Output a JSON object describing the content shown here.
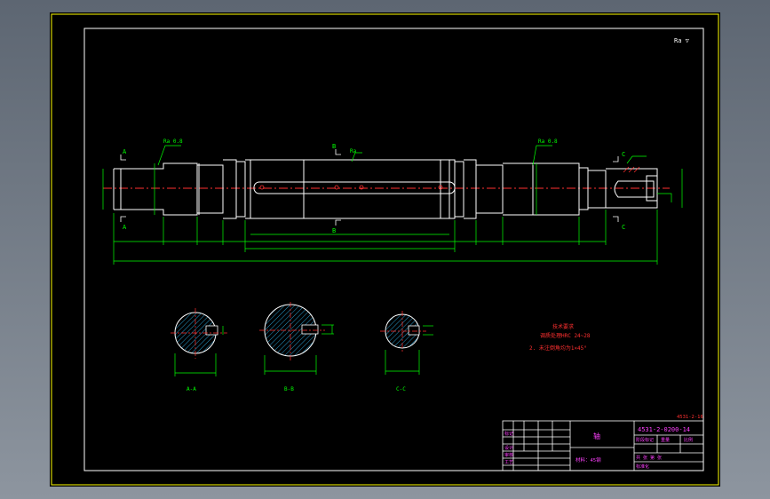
{
  "drawing": {
    "roughness_mark": "Ra ▽",
    "callouts": {
      "left_journal": "Ra 0.8",
      "middle": "Ra",
      "right_journal": "Ra 0.8",
      "top_left_a": "A",
      "top_middle_b": "B",
      "bottom_left_a": "A",
      "bottom_middle_b": "B",
      "top_right_c": "C",
      "bottom_right_c": "C"
    },
    "section_labels": [
      "A-A",
      "B-B",
      "C-C"
    ],
    "tech_notes": {
      "line1": "技术要求",
      "line2": "调质处理HRC 24~28",
      "line3": "2. 未注倒角均为1×45°"
    },
    "ref_code": "4531-2-16"
  },
  "title_block": {
    "part_name": "轴",
    "drawing_no": "4531-2-0200-14",
    "material": "材料：45钢",
    "header_cells": [
      "阶段标记",
      "重量",
      "比例"
    ],
    "left_rows": [
      "标记",
      "设计",
      "审核",
      "工艺"
    ],
    "bottom_notes": [
      "共 张 第 张",
      "标准化"
    ]
  },
  "colors": {
    "frame": "#ffff00",
    "outline": "#ffffff",
    "dimension": "#00ff00",
    "centerline": "#ff3030",
    "hatch": "#30c0ff",
    "note": "#ff3030",
    "title_text": "#ff40ff"
  }
}
